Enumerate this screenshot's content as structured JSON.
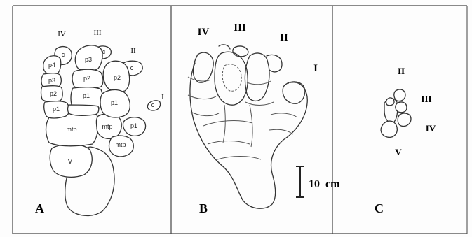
{
  "panels": [
    {
      "id": "A",
      "letter": "A",
      "digit_numerals": [
        "IV",
        "III",
        "II",
        "I"
      ],
      "pad_labels": {
        "d4_c": "c",
        "d4_p4": "p4",
        "d4_p3": "p3",
        "d4_p2": "p2",
        "d4_p1": "p1",
        "d3_c": "c",
        "d3_p3": "p3",
        "d3_p2": "p2",
        "d3_p1": "p1",
        "d2_c": "c",
        "d2_p2": "p2",
        "d2_p1": "p1",
        "d1_c": "c",
        "d1_p1": "p1",
        "mtp_a": "mtp",
        "mtp_b": "mtp",
        "mtp_c": "mtp",
        "v": "V"
      }
    },
    {
      "id": "B",
      "letter": "B",
      "digit_numerals": [
        "IV",
        "III",
        "II",
        "I"
      ],
      "scale_bar_label": "10  cm"
    },
    {
      "id": "C",
      "letter": "C",
      "digit_numerals": [
        "II",
        "III",
        "IV",
        "V"
      ]
    }
  ]
}
